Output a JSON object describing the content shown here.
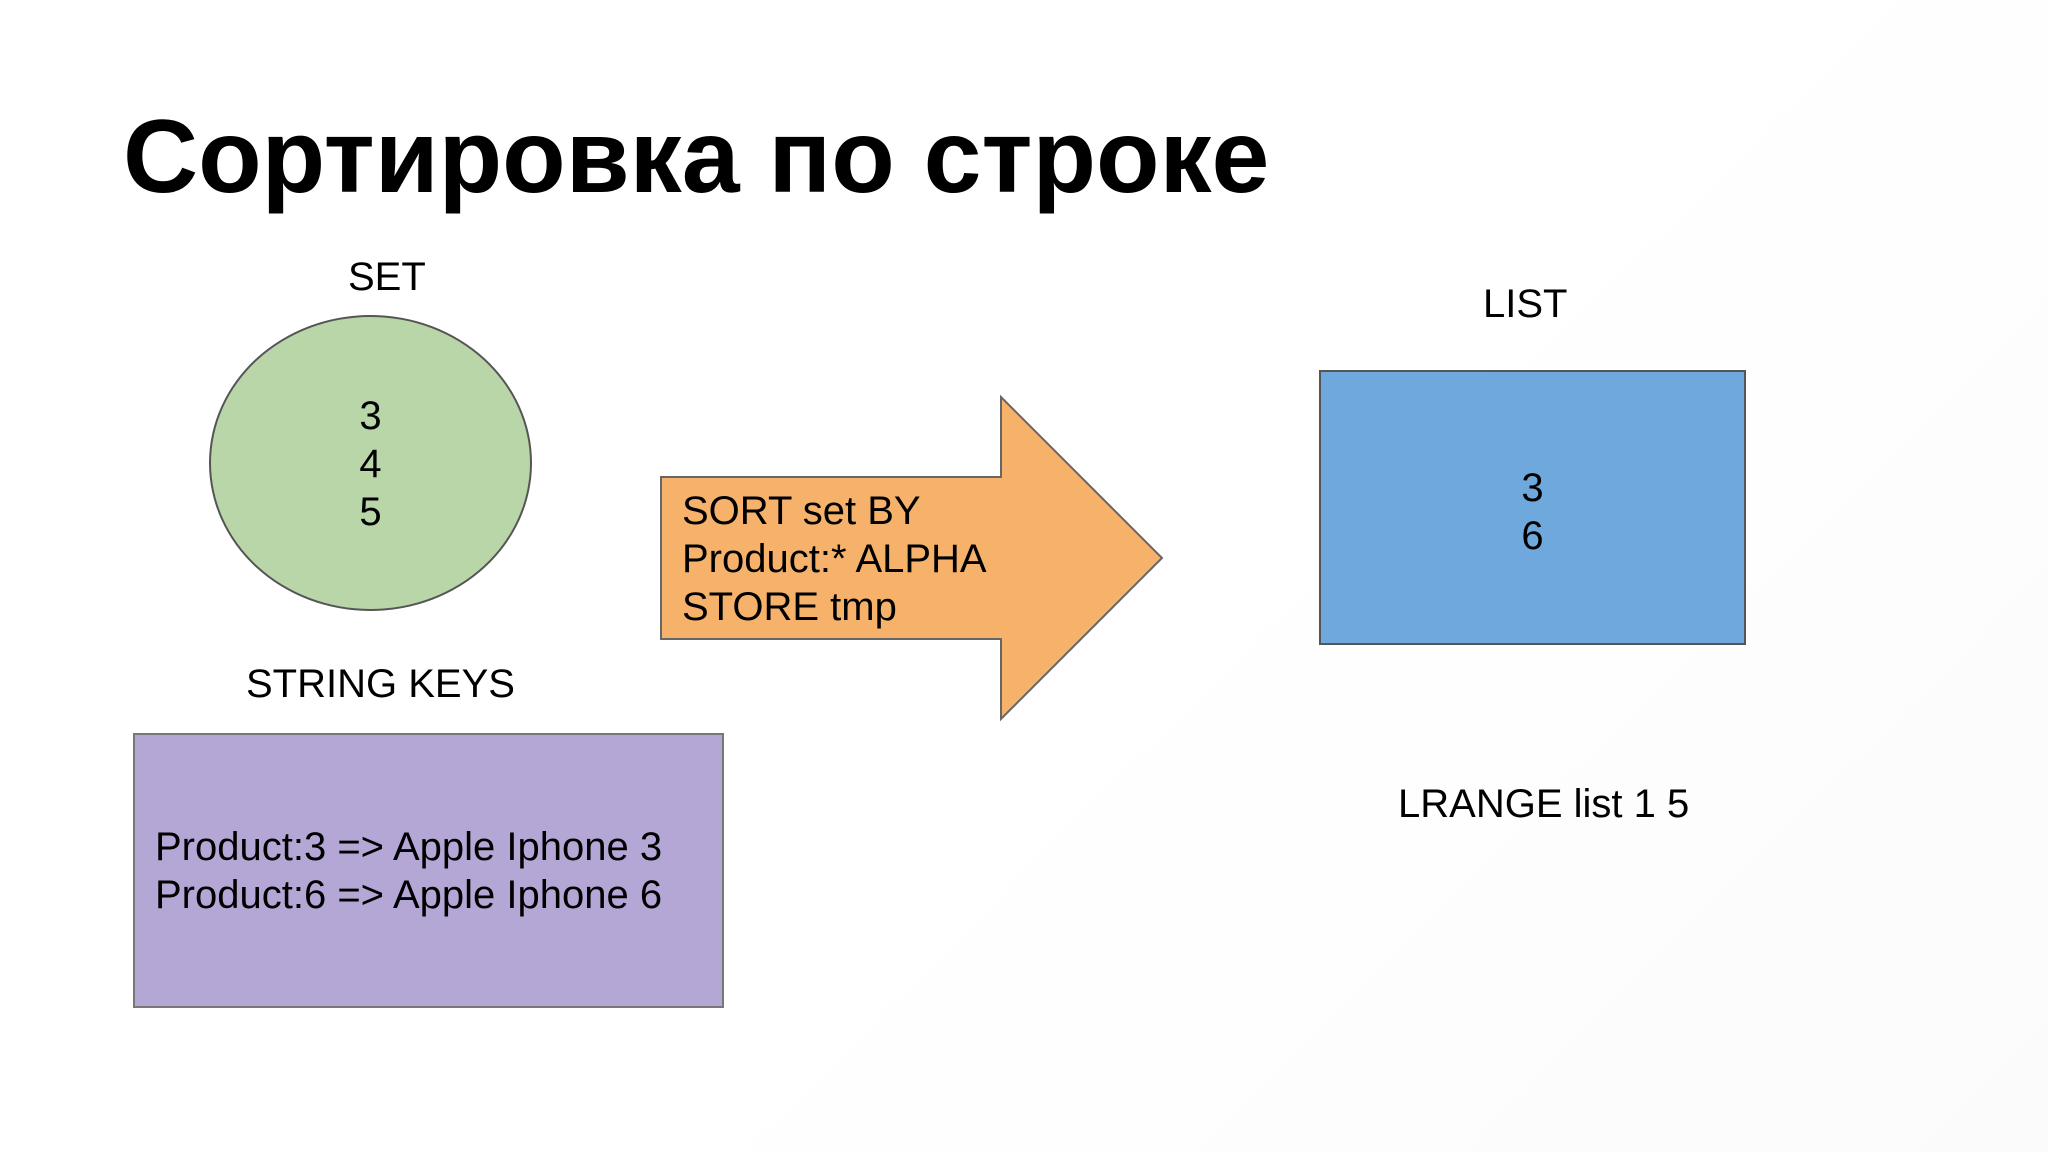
{
  "title": "Сортировка по строке",
  "set": {
    "label": "SET",
    "values": [
      "3",
      "4",
      "5"
    ],
    "fill": "#b9d6a8"
  },
  "string_keys": {
    "label": "STRING KEYS",
    "lines": [
      "Product:3 => Apple Iphone 3",
      "Product:6 => Apple Iphone 6"
    ],
    "fill": "#b4a7d6"
  },
  "arrow": {
    "lines": [
      "SORT set BY",
      "Product:* ALPHA",
      "STORE tmp"
    ],
    "fill": "#f6b26b"
  },
  "list": {
    "label": "LIST",
    "values": [
      "3",
      "6"
    ],
    "fill": "#6fa8dc"
  },
  "command": "LRANGE list 1 5"
}
